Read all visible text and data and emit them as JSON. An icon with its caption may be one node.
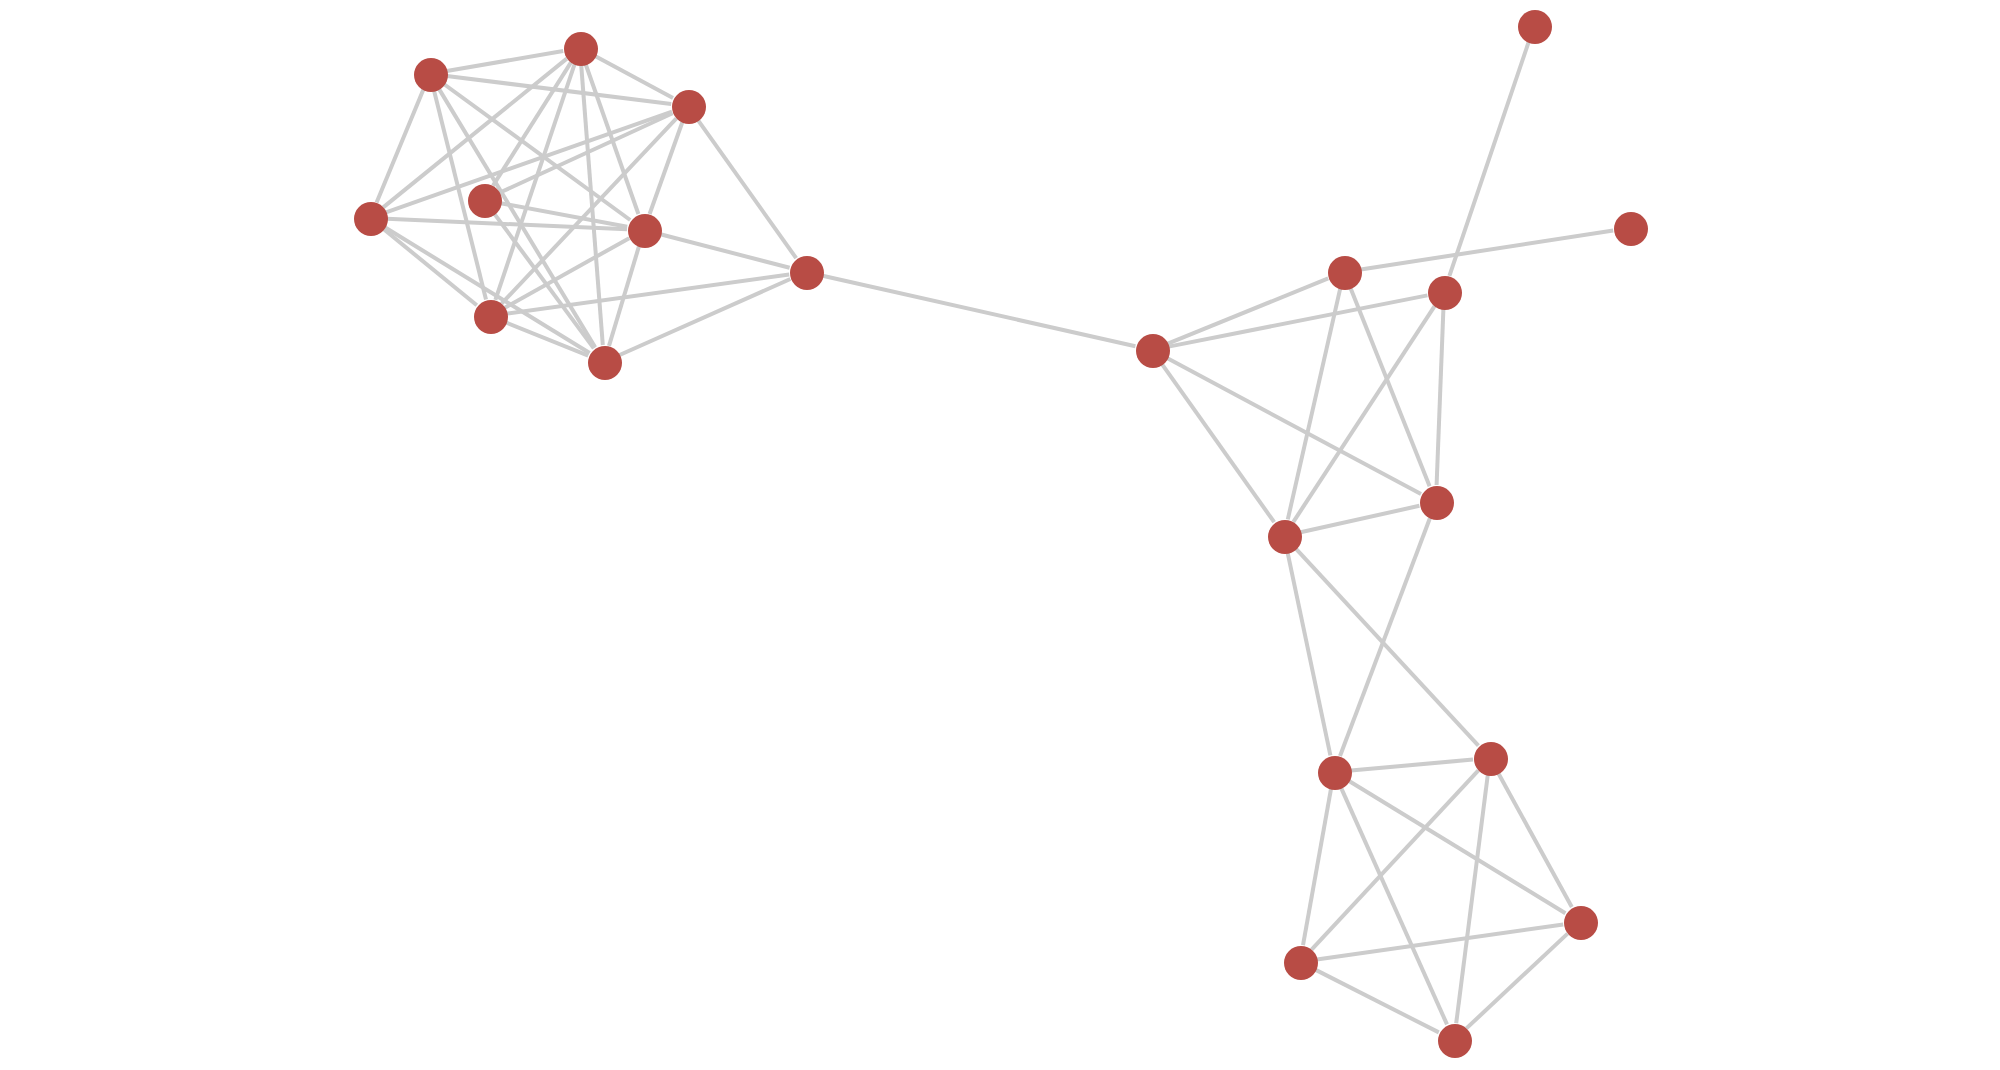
{
  "diagram": {
    "nodes": [
      {
        "text": [],
        "shape": "circle"
      },
      {
        "text": [],
        "shape": "circle"
      },
      {
        "text": [],
        "shape": "circle"
      },
      {
        "text": [],
        "shape": "circle"
      },
      {
        "text": [],
        "shape": "circle"
      },
      {
        "text": [],
        "shape": "circle"
      },
      {
        "text": [],
        "shape": "circle"
      },
      {
        "text": [],
        "shape": "circle"
      },
      {
        "text": [],
        "shape": "circle"
      },
      {
        "text": [],
        "shape": "circle"
      },
      {
        "text": [],
        "shape": "circle"
      },
      {
        "text": [],
        "shape": "circle"
      },
      {
        "text": [],
        "shape": "circle"
      },
      {
        "text": [],
        "shape": "circle"
      },
      {
        "text": [],
        "shape": "circle"
      },
      {
        "text": [],
        "shape": "circle"
      },
      {
        "text": [],
        "shape": "circle"
      },
      {
        "text": [],
        "shape": "circle"
      },
      {
        "text": [],
        "shape": "circle"
      },
      {
        "text": [],
        "shape": "circle"
      },
      {
        "text": [],
        "shape": "circle"
      }
    ],
    "edges": [
      {
        "from": 0,
        "to": 1,
        "arrow": "none"
      },
      {
        "from": 0,
        "to": 2,
        "arrow": "none"
      },
      {
        "from": 0,
        "to": 3,
        "arrow": "none"
      },
      {
        "from": 0,
        "to": 5,
        "arrow": "none"
      },
      {
        "from": 0,
        "to": 6,
        "arrow": "none"
      },
      {
        "from": 0,
        "to": 7,
        "arrow": "none"
      },
      {
        "from": 1,
        "to": 2,
        "arrow": "none"
      },
      {
        "from": 1,
        "to": 3,
        "arrow": "none"
      },
      {
        "from": 1,
        "to": 4,
        "arrow": "none"
      },
      {
        "from": 1,
        "to": 5,
        "arrow": "none"
      },
      {
        "from": 1,
        "to": 6,
        "arrow": "none"
      },
      {
        "from": 1,
        "to": 7,
        "arrow": "none"
      },
      {
        "from": 2,
        "to": 3,
        "arrow": "none"
      },
      {
        "from": 2,
        "to": 4,
        "arrow": "none"
      },
      {
        "from": 2,
        "to": 5,
        "arrow": "none"
      },
      {
        "from": 2,
        "to": 6,
        "arrow": "none"
      },
      {
        "from": 2,
        "to": 8,
        "arrow": "none"
      },
      {
        "from": 3,
        "to": 5,
        "arrow": "none"
      },
      {
        "from": 3,
        "to": 6,
        "arrow": "none"
      },
      {
        "from": 3,
        "to": 7,
        "arrow": "none"
      },
      {
        "from": 4,
        "to": 5,
        "arrow": "none"
      },
      {
        "from": 4,
        "to": 7,
        "arrow": "none"
      },
      {
        "from": 5,
        "to": 6,
        "arrow": "none"
      },
      {
        "from": 5,
        "to": 7,
        "arrow": "none"
      },
      {
        "from": 5,
        "to": 8,
        "arrow": "none"
      },
      {
        "from": 6,
        "to": 7,
        "arrow": "none"
      },
      {
        "from": 6,
        "to": 8,
        "arrow": "none"
      },
      {
        "from": 7,
        "to": 8,
        "arrow": "none"
      },
      {
        "from": 8,
        "to": 13,
        "arrow": "none"
      },
      {
        "from": 9,
        "to": 12,
        "arrow": "none"
      },
      {
        "from": 10,
        "to": 11,
        "arrow": "none"
      },
      {
        "from": 11,
        "to": 13,
        "arrow": "none"
      },
      {
        "from": 12,
        "to": 13,
        "arrow": "none"
      },
      {
        "from": 11,
        "to": 14,
        "arrow": "none"
      },
      {
        "from": 11,
        "to": 15,
        "arrow": "none"
      },
      {
        "from": 12,
        "to": 14,
        "arrow": "none"
      },
      {
        "from": 12,
        "to": 15,
        "arrow": "none"
      },
      {
        "from": 13,
        "to": 14,
        "arrow": "none"
      },
      {
        "from": 13,
        "to": 15,
        "arrow": "none"
      },
      {
        "from": 14,
        "to": 15,
        "arrow": "none"
      },
      {
        "from": 15,
        "to": 16,
        "arrow": "none"
      },
      {
        "from": 15,
        "to": 17,
        "arrow": "none"
      },
      {
        "from": 14,
        "to": 17,
        "arrow": "none"
      },
      {
        "from": 16,
        "to": 17,
        "arrow": "none"
      },
      {
        "from": 16,
        "to": 18,
        "arrow": "none"
      },
      {
        "from": 16,
        "to": 19,
        "arrow": "none"
      },
      {
        "from": 16,
        "to": 20,
        "arrow": "none"
      },
      {
        "from": 17,
        "to": 18,
        "arrow": "none"
      },
      {
        "from": 17,
        "to": 19,
        "arrow": "none"
      },
      {
        "from": 17,
        "to": 20,
        "arrow": "none"
      },
      {
        "from": 18,
        "to": 19,
        "arrow": "none"
      },
      {
        "from": 18,
        "to": 20,
        "arrow": "none"
      },
      {
        "from": 19,
        "to": 20,
        "arrow": "none"
      }
    ]
  }
}
